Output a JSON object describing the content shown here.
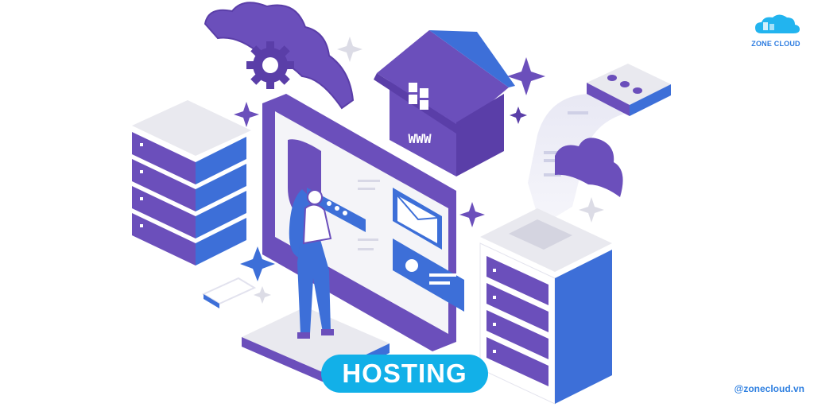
{
  "brand": {
    "name": "ZONE CLOUD",
    "icon": "cloud-logo-icon"
  },
  "illustration": {
    "house_label": "WWW",
    "badge_label": "HOSTING"
  },
  "footer": {
    "handle": "@zonecloud.vn"
  },
  "colors": {
    "purple": "#6b4fbb",
    "purple_dark": "#5a3ea8",
    "blue": "#3d6fd8",
    "light_gray": "#e9e9ef",
    "badge": "#12b0e8",
    "accent_text": "#2b7be0"
  }
}
